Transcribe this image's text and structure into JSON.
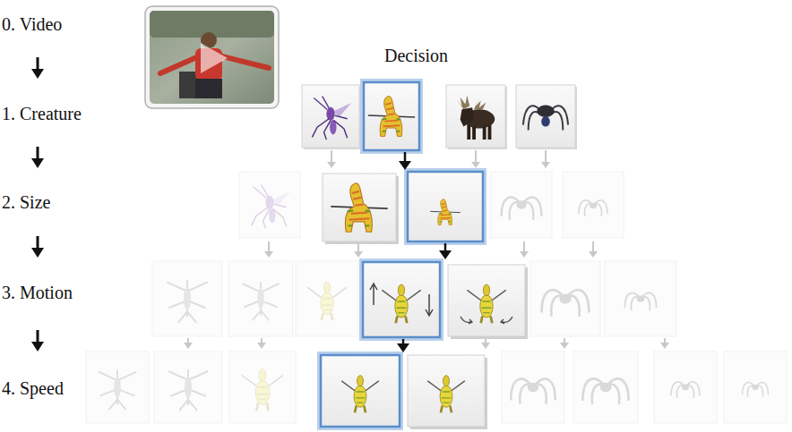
{
  "diagram": {
    "title": "Decision",
    "labels": [
      "0. Video",
      "1. Creature",
      "2. Size",
      "3. Motion",
      "4. Speed"
    ]
  }
}
